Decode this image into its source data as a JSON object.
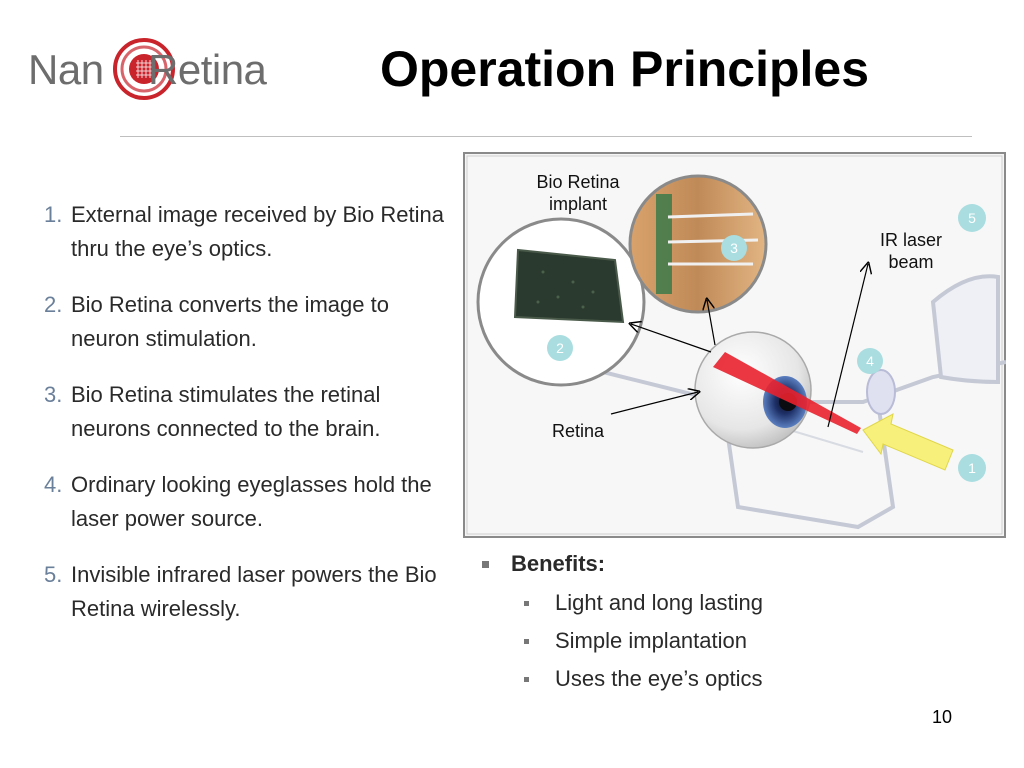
{
  "logo": {
    "text_left": "Nan",
    "text_right": "Retina"
  },
  "title": "Operation Principles",
  "steps": [
    {
      "num": "1.",
      "text": "External image received by Bio Retina thru the eye’s optics."
    },
    {
      "num": "2.",
      "text": "Bio Retina converts the image to neuron stimulation."
    },
    {
      "num": "3.",
      "text": "Bio Retina stimulates the retinal neurons connected to the brain."
    },
    {
      "num": "4.",
      "text": "Ordinary looking eyeglasses hold the laser power source."
    },
    {
      "num": "5.",
      "text": "Invisible infrared laser powers the Bio Retina wirelessly."
    }
  ],
  "figure": {
    "label_implant_line1": "Bio Retina",
    "label_implant_line2": "implant",
    "label_ir_line1": "IR laser",
    "label_ir_line2": "beam",
    "label_retina": "Retina",
    "badges": [
      "1",
      "2",
      "3",
      "4",
      "5"
    ]
  },
  "benefits": {
    "heading": "Benefits:",
    "items": [
      "Light and long lasting",
      "Simple implantation",
      "Uses the eye’s optics"
    ]
  },
  "page_number": "10",
  "colors": {
    "badge": "#a9dde0",
    "laser": "#e8212e",
    "arrow": "#f7f07a",
    "step_num": "#6a7f9a"
  }
}
